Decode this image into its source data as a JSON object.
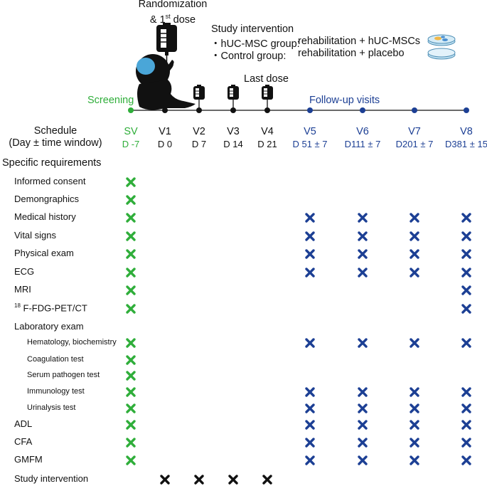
{
  "header": {
    "randomization": [
      "Randomization",
      "& 1",
      "st",
      " dose"
    ],
    "study_intervention_title": "Study intervention",
    "hucmsc_group": "・hUC-MSC group:",
    "hucmsc_treatment": "rehabilitation + hUC-MSCs",
    "control_group": "・Control group:",
    "control_treatment": "rehabilitation + placebo",
    "last_dose": "Last dose",
    "screening": "Screening",
    "follow_up": "Follow-up visits"
  },
  "schedule_label": [
    "Schedule",
    "(Day ± time window)"
  ],
  "visits": [
    {
      "name": "SV",
      "day": "D -7",
      "color": "green"
    },
    {
      "name": "V1",
      "day": "D 0",
      "color": "black"
    },
    {
      "name": "V2",
      "day": "D 7",
      "color": "black"
    },
    {
      "name": "V3",
      "day": "D 14",
      "color": "black"
    },
    {
      "name": "V4",
      "day": "D 21",
      "color": "black"
    },
    {
      "name": "V5",
      "day": "D 51 ± 7",
      "color": "blue"
    },
    {
      "name": "V6",
      "day": "D111 ± 7",
      "color": "blue"
    },
    {
      "name": "V7",
      "day": "D201 ± 7",
      "color": "blue"
    },
    {
      "name": "V8",
      "day": "D381 ± 15",
      "color": "blue"
    }
  ],
  "specific_requirements_label": "Specific requirements",
  "rows": [
    {
      "label": "Informed consent",
      "marks": [
        1,
        0,
        0,
        0,
        0,
        0,
        0,
        0,
        0
      ]
    },
    {
      "label": "Demongraphics",
      "marks": [
        1,
        0,
        0,
        0,
        0,
        0,
        0,
        0,
        0
      ]
    },
    {
      "label": "Medical history",
      "marks": [
        1,
        0,
        0,
        0,
        0,
        1,
        1,
        1,
        1
      ]
    },
    {
      "label": "Vital signs",
      "marks": [
        1,
        0,
        0,
        0,
        0,
        1,
        1,
        1,
        1
      ]
    },
    {
      "label": "Physical exam",
      "marks": [
        1,
        0,
        0,
        0,
        0,
        1,
        1,
        1,
        1
      ]
    },
    {
      "label": "ECG",
      "marks": [
        1,
        0,
        0,
        0,
        0,
        1,
        1,
        1,
        1
      ]
    },
    {
      "label": "MRI",
      "marks": [
        1,
        0,
        0,
        0,
        0,
        0,
        0,
        0,
        1
      ]
    },
    {
      "label": "F-FDG-PET/CT",
      "sup": "18",
      "marks": [
        1,
        0,
        0,
        0,
        0,
        0,
        0,
        0,
        1
      ]
    },
    {
      "label": "Laboratory exam",
      "marks": [
        0,
        0,
        0,
        0,
        0,
        0,
        0,
        0,
        0
      ]
    },
    {
      "label": "Hematology, biochemistry",
      "small": true,
      "marks": [
        1,
        0,
        0,
        0,
        0,
        1,
        1,
        1,
        1
      ]
    },
    {
      "label": "Coagulation test",
      "small": true,
      "marks": [
        1,
        0,
        0,
        0,
        0,
        0,
        0,
        0,
        0
      ]
    },
    {
      "label": "Serum pathogen test",
      "small": true,
      "marks": [
        1,
        0,
        0,
        0,
        0,
        0,
        0,
        0,
        0
      ]
    },
    {
      "label": "Immunology test",
      "small": true,
      "marks": [
        1,
        0,
        0,
        0,
        0,
        1,
        1,
        1,
        1
      ]
    },
    {
      "label": "Urinalysis test",
      "small": true,
      "marks": [
        1,
        0,
        0,
        0,
        0,
        1,
        1,
        1,
        1
      ]
    },
    {
      "label": "ADL",
      "marks": [
        1,
        0,
        0,
        0,
        0,
        1,
        1,
        1,
        1
      ]
    },
    {
      "label": "CFA",
      "marks": [
        1,
        0,
        0,
        0,
        0,
        1,
        1,
        1,
        1
      ]
    },
    {
      "label": "GMFM",
      "marks": [
        1,
        0,
        0,
        0,
        0,
        1,
        1,
        1,
        1
      ]
    },
    {
      "label": "Study intervention",
      "marks": [
        0,
        1,
        1,
        1,
        1,
        0,
        0,
        0,
        0
      ]
    }
  ],
  "colors": {
    "green": "#2fae3a",
    "blue": "#1c3f94",
    "black": "#111111",
    "baby_head": "#4aa6d8"
  }
}
